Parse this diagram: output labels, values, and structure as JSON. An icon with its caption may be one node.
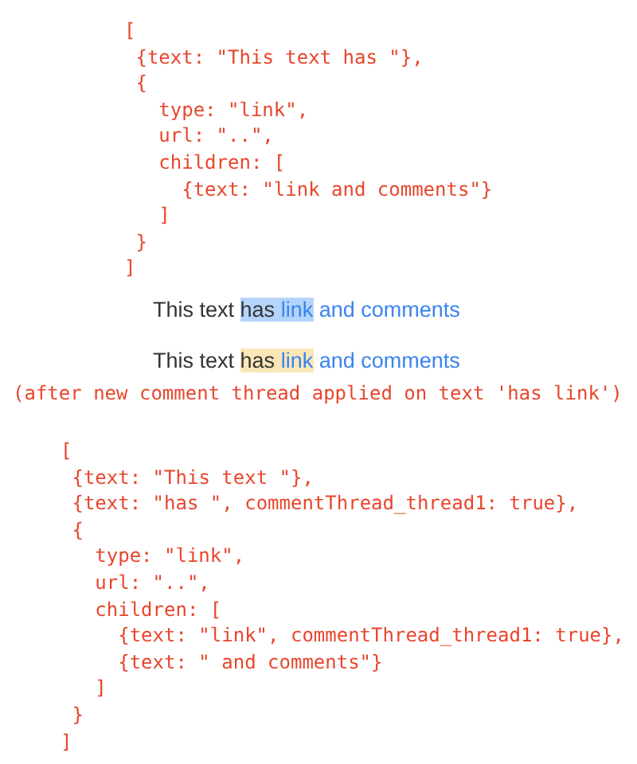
{
  "diagram": {
    "labels": [
      "[",
      "{text: \"This text has \"},",
      "{",
      "type: \"link\",",
      "url: \"..\",",
      "children: [",
      "{text: \"link and comments\"}",
      "]",
      "}",
      "]",
      "This text",
      "has",
      "link",
      "and comments",
      "This text",
      "has",
      "link",
      "and comments",
      "(after new comment thread applied on text 'has link')",
      "[",
      "{text: \"This text \"},",
      "{text: \"has \", commentThread_thread1: true},",
      "{",
      "type: \"link\",",
      "url: \"..\",",
      "children: [",
      "{text: \"link\", commentThread_thread1: true},",
      "{text: \" and comments\"}",
      "]",
      "}",
      "]"
    ]
  }
}
